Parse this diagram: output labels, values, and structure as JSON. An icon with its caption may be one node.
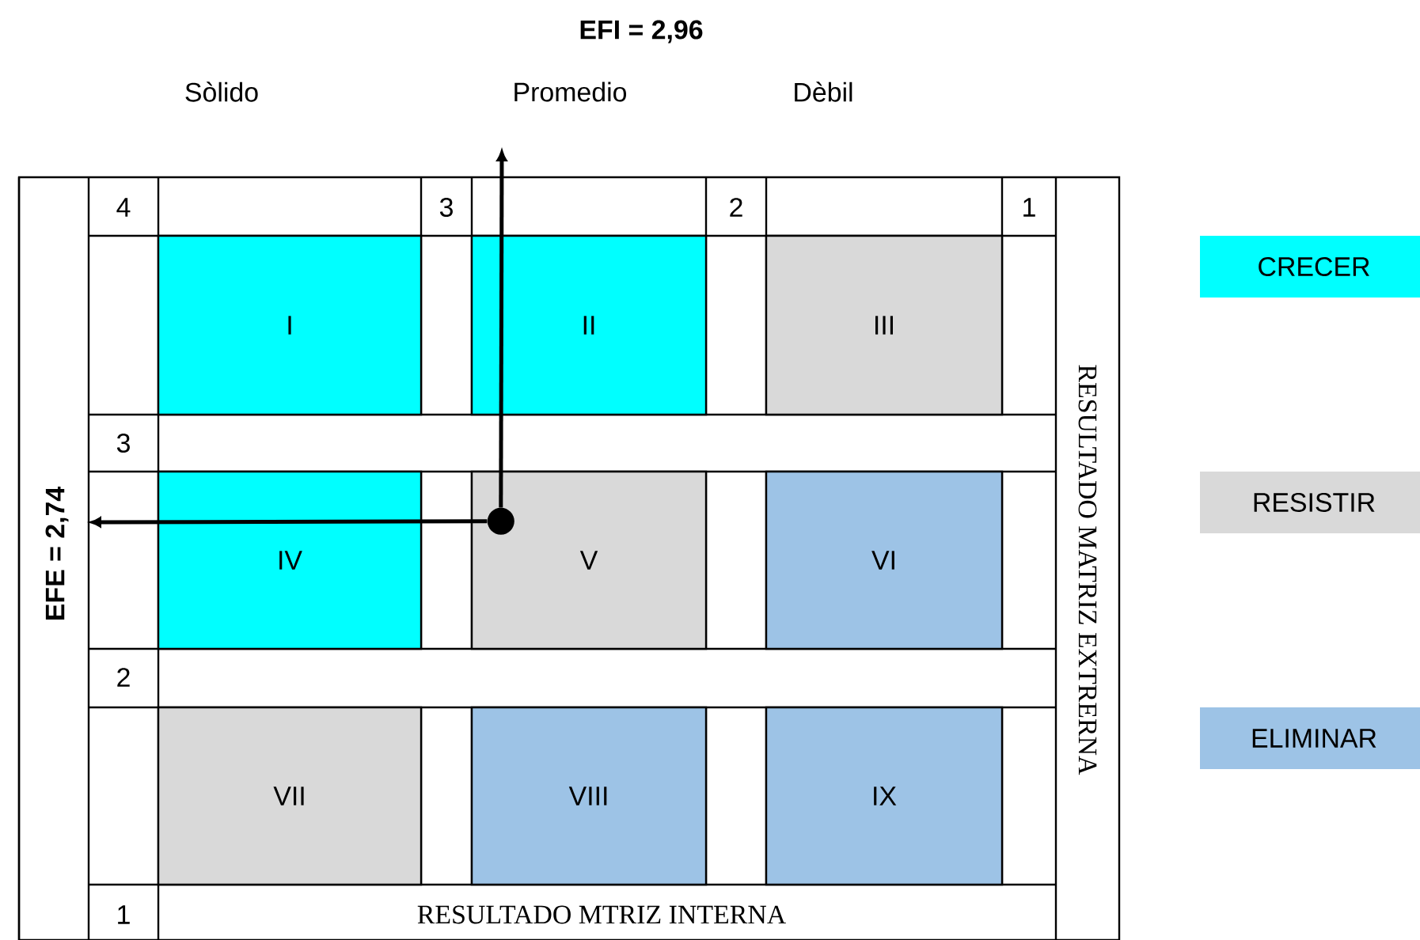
{
  "diagram": {
    "nodes": [
      {
        "text": [
          "I"
        ]
      },
      {
        "text": [
          "II"
        ]
      },
      {
        "text": [
          "III"
        ]
      },
      {
        "text": [
          "IV"
        ]
      },
      {
        "text": [
          "V"
        ]
      },
      {
        "text": [
          "VI"
        ]
      },
      {
        "text": [
          "VII"
        ]
      },
      {
        "text": [
          "VIII"
        ]
      },
      {
        "text": [
          "IX"
        ]
      },
      {
        "text": [],
        "shape": "circle",
        "in": 4
      }
    ],
    "edges": [
      {
        "from": 9,
        "to": null,
        "arrow": "to"
      },
      {
        "from": 9,
        "to": null,
        "arrow": "to"
      }
    ],
    "labels": [
      "EFI = 2,96",
      "Sòlido",
      "Promedio",
      "Dèbil",
      "4",
      "3",
      "2",
      "1",
      "RESULTADO MATRIZ EXTRERNA",
      "3",
      "EFE = 2,74",
      "2",
      "1",
      "RESULTADO MTRIZ INTERNA"
    ],
    "legend": [
      {
        "text": "CRECER",
        "color": "#00ffff"
      },
      {
        "text": "RESISTIR",
        "color": "#d9d9d9"
      },
      {
        "text": "ELIMINAR",
        "color": "#9dc3e6"
      }
    ]
  }
}
